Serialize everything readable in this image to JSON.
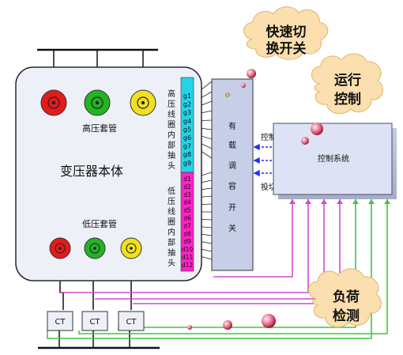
{
  "transformer": {
    "body_label": "变压器本体",
    "hv_bushing_label": "高压套管",
    "lv_bushing_label": "低压套管",
    "hv_tap_label": [
      "高",
      "压",
      "线",
      "圈",
      "内",
      "部",
      "抽",
      "头"
    ],
    "lv_tap_label": [
      "低",
      "压",
      "线",
      "圈",
      "内",
      "部",
      "抽",
      "头"
    ]
  },
  "taps": {
    "g": [
      "g1",
      "g2",
      "g3",
      "g4",
      "g5",
      "g6",
      "g7",
      "g8",
      "g9"
    ],
    "d": [
      "d1",
      "d2",
      "d3",
      "d4",
      "d5",
      "d6",
      "d7",
      "d8",
      "d9",
      "d10",
      "d11",
      "d12"
    ]
  },
  "oltc": {
    "label": [
      "有",
      "载",
      "调",
      "容",
      "开",
      "关"
    ]
  },
  "control_system": {
    "label": "控制系统",
    "control_arrow_label": "控制",
    "switch_arrow_label": "投切"
  },
  "ct": {
    "labels": [
      "CT",
      "CT",
      "CT"
    ]
  },
  "clouds": {
    "fast_switch": [
      "快速切",
      "换开关"
    ],
    "operation_control": [
      "运行",
      "控制"
    ],
    "load_detection": [
      "负荷",
      "检测"
    ]
  },
  "colors": {
    "tank_fill": "#eef0f8",
    "hv_bushing_colors": [
      "#e41b1b",
      "#22b422",
      "#f0e020"
    ],
    "lv_bushing_colors": [
      "#e41b1b",
      "#22b422",
      "#f0e020"
    ],
    "g_tap_fill": "#23d3e6",
    "d_tap_fill": "#ff22c8",
    "oltc_fill": "#c7cfe8",
    "control_system_fill": "#dde3f4",
    "cloud_fill": "#fbdfae",
    "green_wire": "#3cc83c",
    "magenta_wire": "#d24bd2",
    "arrow_color": "#2232ee"
  }
}
